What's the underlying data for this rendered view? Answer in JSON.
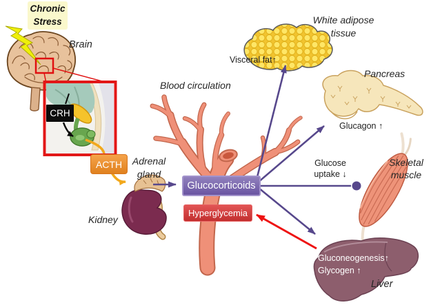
{
  "stressor": {
    "line1": "Chronic",
    "line2": "Stress"
  },
  "organ_labels": {
    "brain": "Brain",
    "blood_circulation": "Blood circulation",
    "adrenal_line1": "Adrenal",
    "adrenal_line2": "gland",
    "kidney": "Kidney",
    "adipose_line1": "White adipose",
    "adipose_line2": "tissue",
    "pancreas": "Pancreas",
    "muscle_line1": "Skeletal",
    "muscle_line2": "muscle",
    "liver": "Liver"
  },
  "hormones": {
    "crh": "CRH",
    "acth": "ACTH",
    "glucocorticoids": "Glucocorticoids"
  },
  "effects": {
    "visceral_fat": "Visceral fat↑",
    "glucagon": "Glucagon ↑",
    "glucose_uptake_line1": "Glucose",
    "glucose_uptake_line2": "uptake ↓",
    "hyperglycemia": "Hyperglycemia",
    "liver_line1": "Gluconeogenesis↑",
    "liver_line2": "Glycogen ↑"
  },
  "colors": {
    "stress_box": "#FAF8CC",
    "crh_box": "#0C0C0C",
    "acth_box": "#ED8D3D",
    "glucocorticoids_box": "#7A66AB",
    "hyperglycemia_box": "#D64545",
    "stimulatory_arrow": "#57488C",
    "feedback_arrow": "#EE1111",
    "hormone_release_arrow": "#F2A81C",
    "vessel": "#EF9078",
    "liver_fill": "#8D5E6D",
    "adipose_fill": "#FFD94F"
  }
}
